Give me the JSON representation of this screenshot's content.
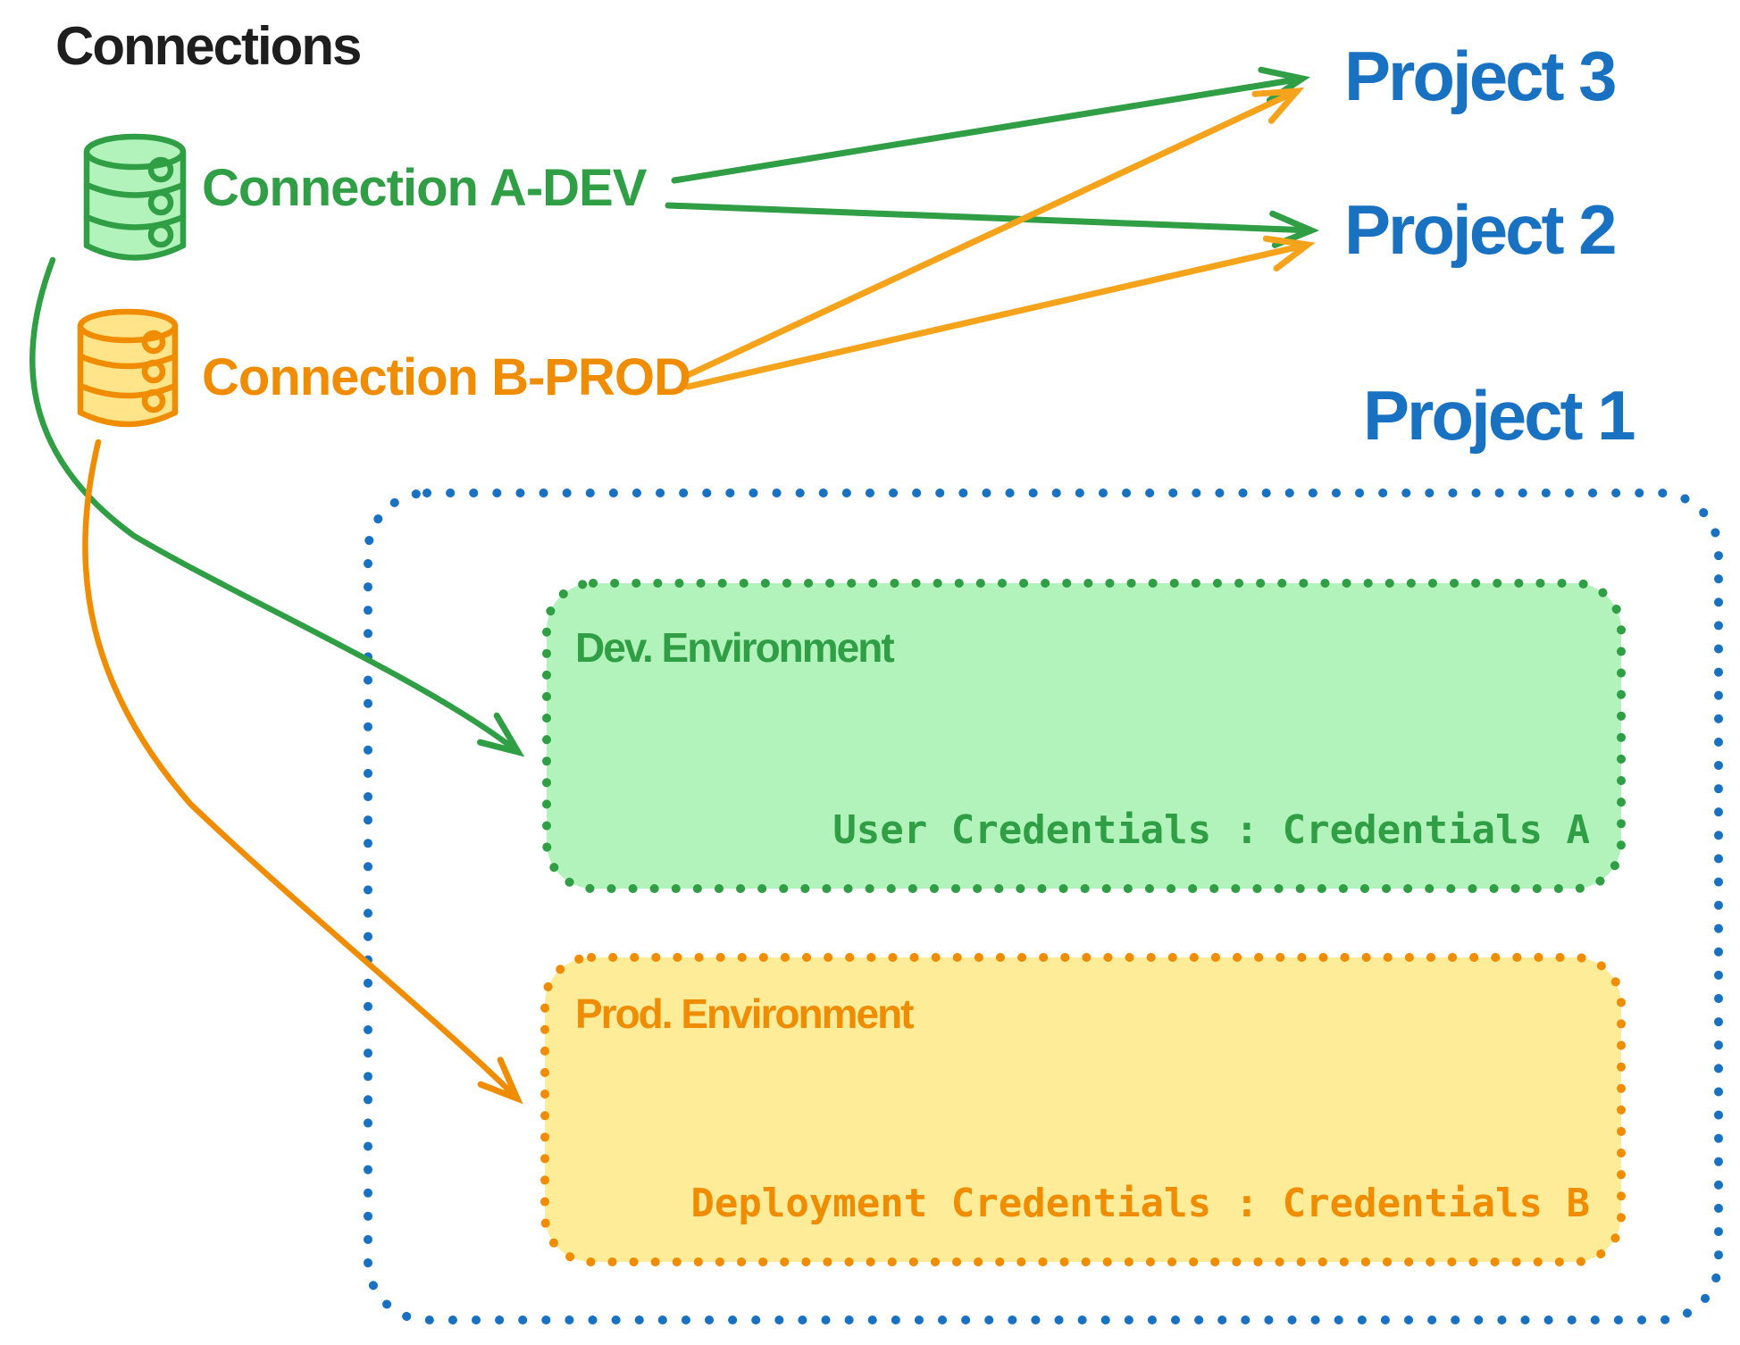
{
  "title": "Connections",
  "colors": {
    "text_black": "#1e1e1e",
    "blue": "#1971c2",
    "green": "#2f9e44",
    "green_fill": "#b2f2bb",
    "orange": "#f08c00",
    "orange_arrow": "#f5a31a",
    "yellow_fill": "#ffec99",
    "yellow_db_fill": "#ffe489"
  },
  "connections": [
    {
      "label": "Connection A-DEV",
      "icon": "database-icon",
      "color": "#2f9e44"
    },
    {
      "label": "Connection B-PROD",
      "icon": "database-icon",
      "color": "#f08c00"
    }
  ],
  "projects": [
    {
      "label": "Project 3"
    },
    {
      "label": "Project 2"
    },
    {
      "label": "Project 1"
    }
  ],
  "project1_detail": {
    "dev_environment": {
      "title": "Dev. Environment",
      "credentials_label": "User Credentials : Credentials A"
    },
    "prod_environment": {
      "title": "Prod. Environment",
      "credentials_label": "Deployment Credentials : Credentials B"
    }
  },
  "edges": [
    {
      "from": "Connection A-DEV",
      "to": "Project 3",
      "style": "straight-arrow",
      "color": "#2f9e44"
    },
    {
      "from": "Connection A-DEV",
      "to": "Project 2",
      "style": "straight-arrow",
      "color": "#2f9e44"
    },
    {
      "from": "Connection B-PROD",
      "to": "Project 3",
      "style": "straight-arrow",
      "color": "#f5a31a"
    },
    {
      "from": "Connection B-PROD",
      "to": "Project 2",
      "style": "straight-arrow",
      "color": "#f5a31a"
    },
    {
      "from": "Connection A-DEV",
      "to": "Dev. Environment",
      "style": "curved-arrow",
      "color": "#2f9e44"
    },
    {
      "from": "Connection B-PROD",
      "to": "Prod. Environment",
      "style": "curved-arrow",
      "color": "#f08c00"
    }
  ]
}
